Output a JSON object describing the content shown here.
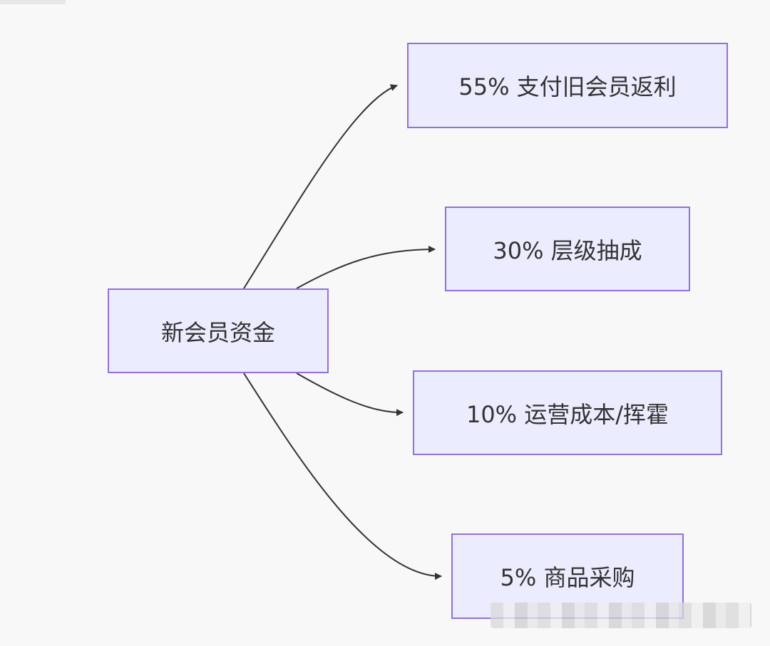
{
  "diagram": {
    "source": {
      "label": "新会员资金"
    },
    "targets": [
      {
        "label": "55% 支付旧会员返利"
      },
      {
        "label": "30% 层级抽成"
      },
      {
        "label": "10% 运营成本/挥霍"
      },
      {
        "label": "5% 商品采购"
      }
    ]
  },
  "colors": {
    "background": "#f8f8f8",
    "node_fill": "#ececff",
    "node_border": "#9370db",
    "edge": "#333333",
    "text": "#333333"
  }
}
